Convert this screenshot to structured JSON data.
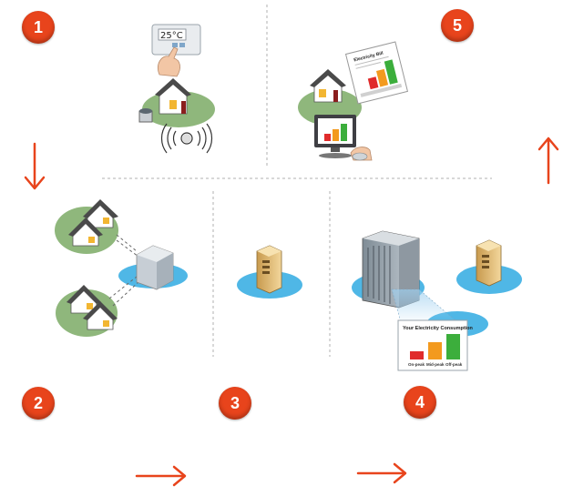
{
  "steps": [
    {
      "number": "1"
    },
    {
      "number": "2"
    },
    {
      "number": "3"
    },
    {
      "number": "4"
    },
    {
      "number": "5"
    }
  ],
  "thermostat": {
    "temperature": "25°C"
  },
  "bill": {
    "title": "Electricity Bill"
  },
  "consumption_card": {
    "title": "Your Electricity Consumption",
    "bar_labels": [
      "On-peak",
      "Mid-peak",
      "Off-peak"
    ]
  },
  "colors": {
    "accent": "#e8441c",
    "grass": "#8fb77c",
    "water": "#4fb7e6",
    "on_peak": "#e02b2b",
    "mid_peak": "#f39a1e",
    "off_peak": "#3cae3c"
  }
}
